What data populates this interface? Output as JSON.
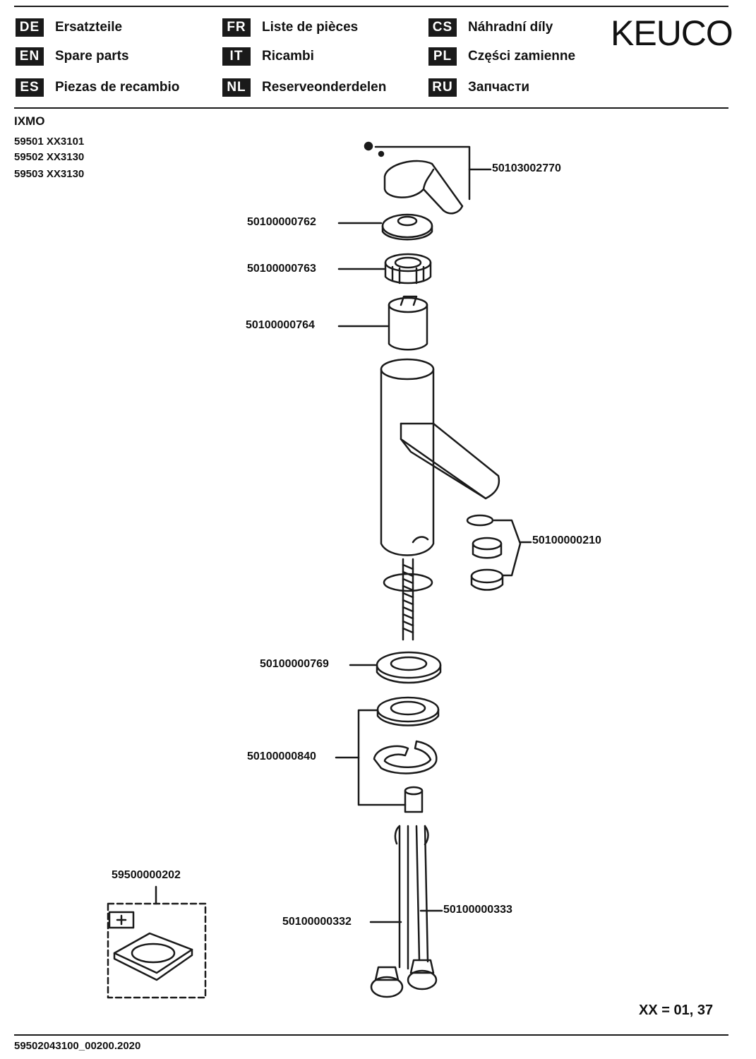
{
  "brand": "KEUCO",
  "languages": [
    {
      "code": "DE",
      "label": "Ersatzteile"
    },
    {
      "code": "EN",
      "label": "Spare parts"
    },
    {
      "code": "ES",
      "label": "Piezas de recambio"
    },
    {
      "code": "FR",
      "label": "Liste de pièces"
    },
    {
      "code": "IT",
      "label": "Ricambi"
    },
    {
      "code": "NL",
      "label": "Reserveonderdelen"
    },
    {
      "code": "CS",
      "label": "Náhradní díly"
    },
    {
      "code": "PL",
      "label": "Części zamienne"
    },
    {
      "code": "RU",
      "label": "Запчасти"
    }
  ],
  "product": {
    "series": "IXMO",
    "models": [
      "59501 XX3101",
      "59502 XX3130",
      "59503 XX3130"
    ]
  },
  "parts": {
    "handle": "50103002770",
    "cap": "50100000762",
    "nut": "50100000763",
    "cartridge": "50100000764",
    "aerator": "50100000210",
    "base_gasket": "50100000769",
    "fixing_set": "50100000840",
    "seal_plate": "59500000202",
    "hose_left": "50100000332",
    "hose_right": "50100000333"
  },
  "footer": {
    "doc_id": "59502043100_00200.2020",
    "page_ref": "XX = 01, 37"
  }
}
